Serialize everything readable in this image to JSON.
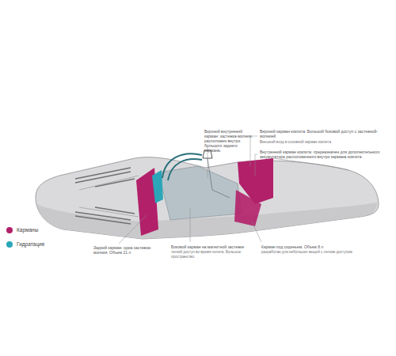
{
  "diagram": {
    "labels": [
      "Верхний внутренний карман: застежка-молния, расположен внутри большого заднего кармана.",
      "Верхний карман кокпита: Большой боковой доступ с застежкой-молнией",
      "Внешний вход в основной карман кокпита",
      "Внутренний карман кокпита: предназначен для дополнительного аккумулятора расположенного внутри кармана кокпита",
      "Задний карман: одна застежка-молния. Объем 21 л",
      "Боковой карман на магнитной застежке",
      "легкий доступ во время полета. Большое пространство.",
      "Карман под сиденьем. Объем 8 л",
      "разработан для небольших вещей с легким доступом"
    ],
    "legend": [
      {
        "text": "Карманы",
        "color": "#b2206a"
      },
      {
        "text": "Гидратация",
        "color": "#2aa6b8"
      }
    ]
  }
}
